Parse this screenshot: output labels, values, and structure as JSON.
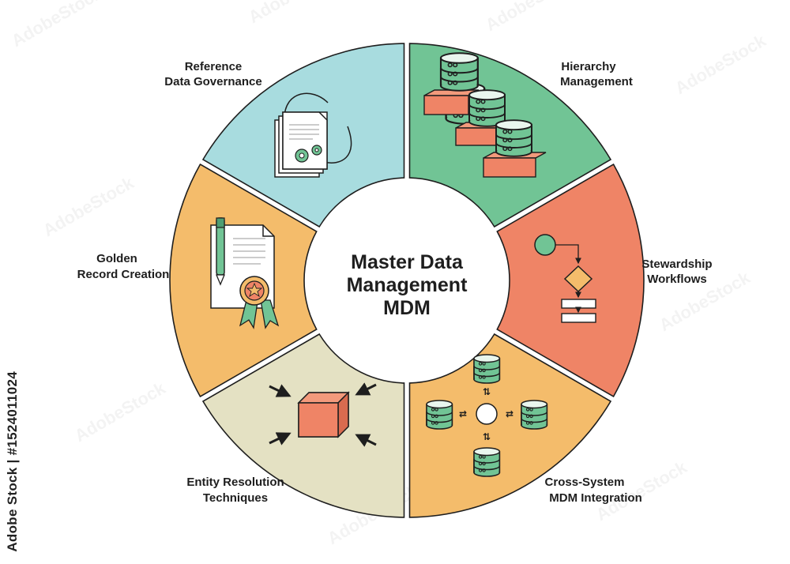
{
  "center": {
    "line1": "Master Data",
    "line2": "Management",
    "line3": "MDM"
  },
  "segments": [
    {
      "id": "reference",
      "lines": [
        "Reference",
        "Data Governance"
      ],
      "color": "#a8dcdf"
    },
    {
      "id": "hierarchy",
      "lines": [
        "Hierarchy",
        "Management"
      ],
      "color": "#71c495"
    },
    {
      "id": "stewardship",
      "lines": [
        "Stewardship",
        "Workflows"
      ],
      "color": "#ef8466"
    },
    {
      "id": "integration",
      "lines": [
        "Cross-System",
        "MDM Integration"
      ],
      "color": "#f4bc6b"
    },
    {
      "id": "entity",
      "lines": [
        "Entity Resolution",
        "Techniques"
      ],
      "color": "#e4e1c3"
    },
    {
      "id": "golden",
      "lines": [
        "Golden",
        "Record Creation"
      ],
      "color": "#f4bc6b"
    }
  ],
  "palette": {
    "green": "#71c495",
    "orange": "#ef8466",
    "outline": "#1e1e1e"
  },
  "watermark": {
    "side_text": "Adobe Stock | #1524011024"
  }
}
